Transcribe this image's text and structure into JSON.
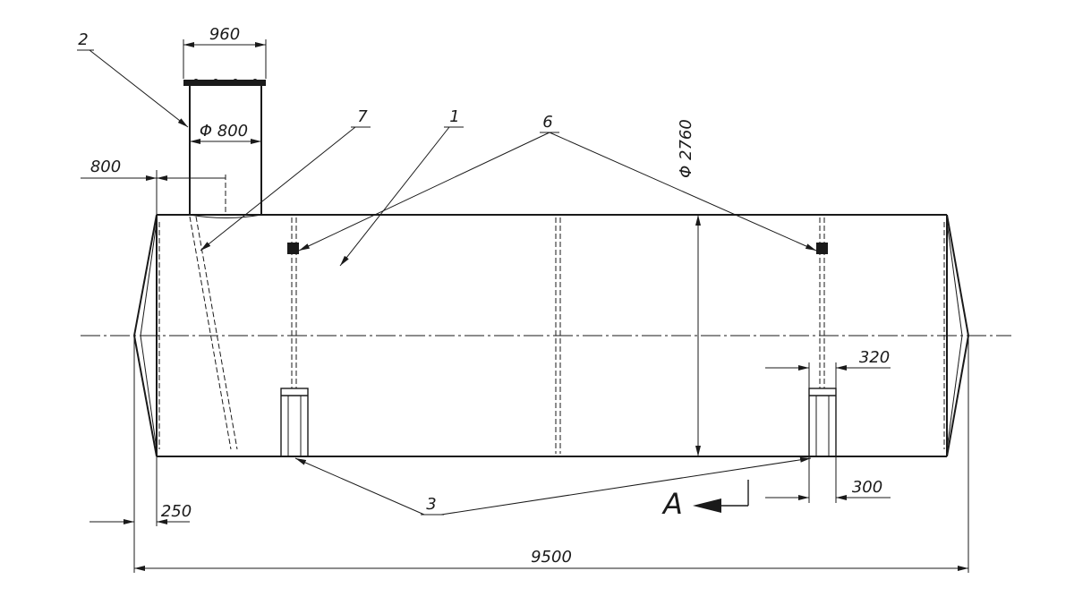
{
  "dimensions": {
    "flange_width": "960",
    "neck_diameter": "Φ 800",
    "neck_offset": "800",
    "vessel_diameter": "Φ 2760",
    "support_spacing_1": "320",
    "support_spacing_2": "300",
    "head_length": "250",
    "overall_length": "9500"
  },
  "callouts": {
    "c1": "1",
    "c2": "2",
    "c3": "3",
    "c6": "6",
    "c7": "7"
  },
  "view": {
    "label": "A"
  }
}
